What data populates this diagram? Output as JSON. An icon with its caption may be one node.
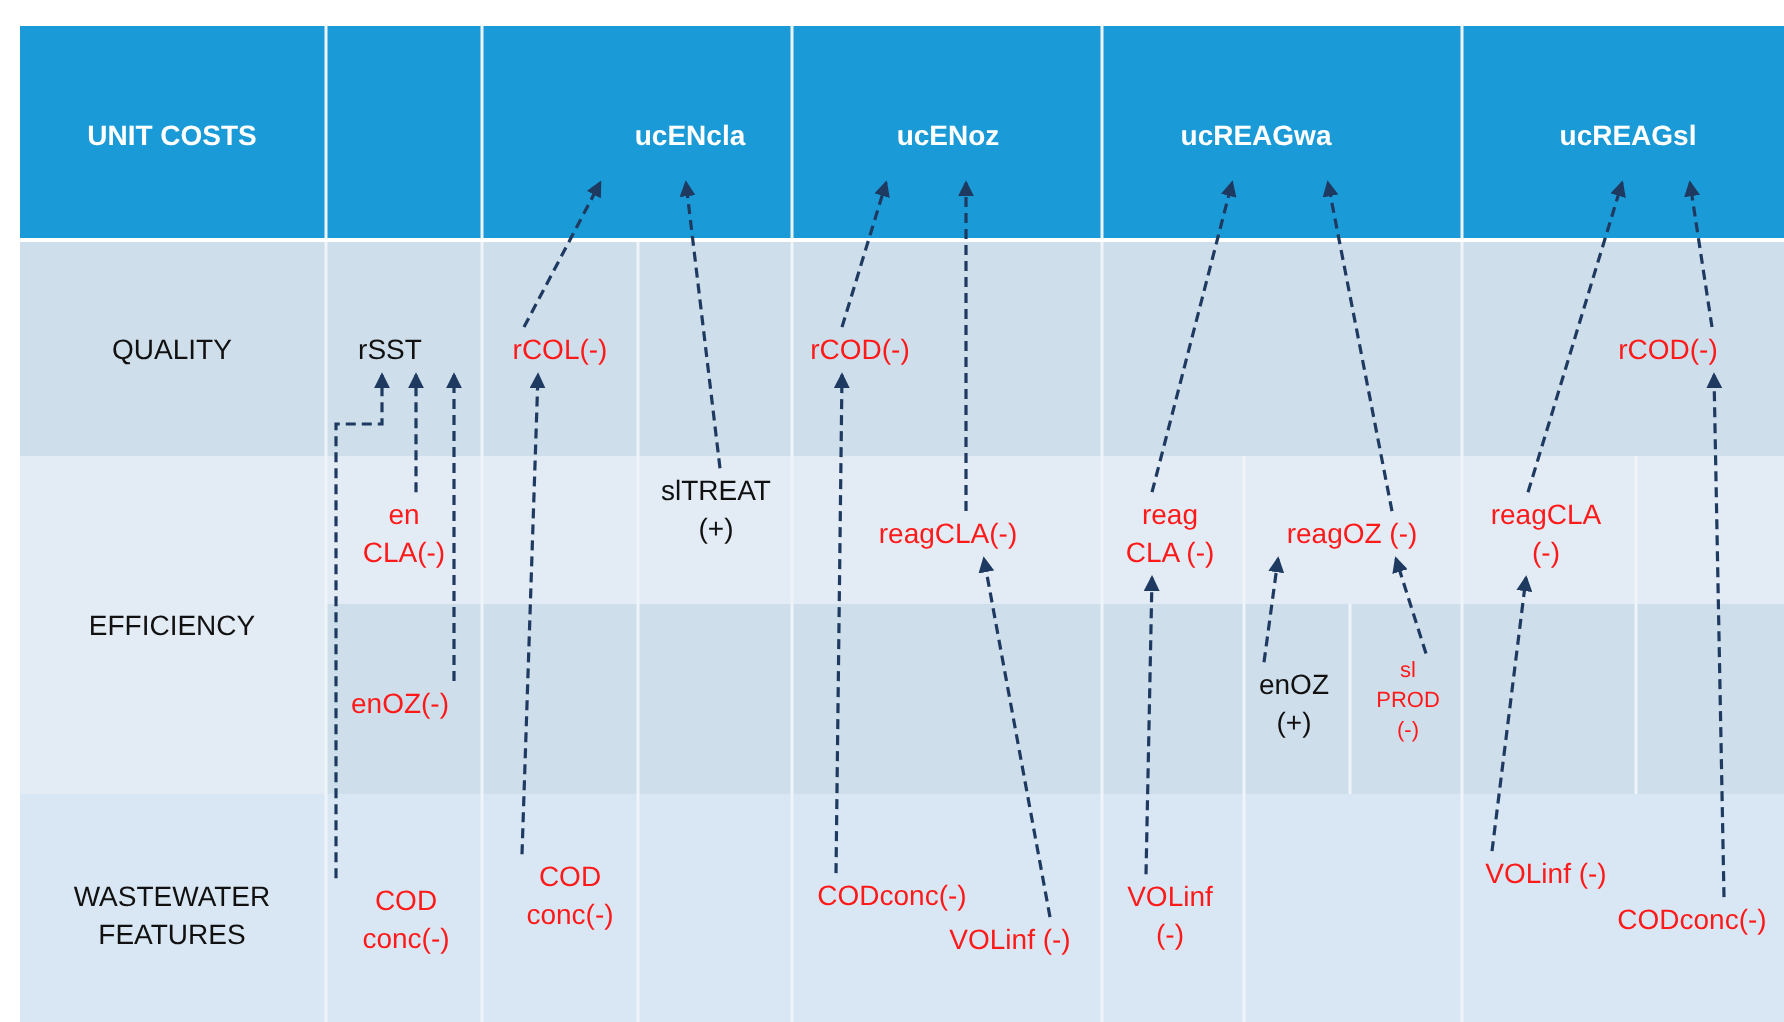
{
  "diagram": {
    "nodes": [
      {
        "text": [
          "ucENcla"
        ]
      },
      {
        "text": [
          "ucENoz"
        ]
      },
      {
        "text": [
          "ucREAGwa"
        ]
      },
      {
        "text": [
          "ucREAGsl"
        ]
      },
      {
        "text": [
          "rSST"
        ]
      },
      {
        "text": [
          "rCOL(-)"
        ]
      },
      {
        "text": [
          "rCOD(-)"
        ]
      },
      {
        "text": [
          "rCOD(-)"
        ]
      },
      {
        "text": [
          "en CLA(-)"
        ]
      },
      {
        "text": [
          "slTREAT (+)"
        ]
      },
      {
        "text": [
          "reagCLA(-)"
        ]
      },
      {
        "text": [
          "reag CLA (-)"
        ]
      },
      {
        "text": [
          "reagOZ (-)"
        ]
      },
      {
        "text": [
          "reagCLA (-)"
        ]
      },
      {
        "text": [
          "enOZ(-)"
        ]
      },
      {
        "text": [
          "enOZ (+)"
        ]
      },
      {
        "text": [
          "sl PROD (-)"
        ]
      },
      {
        "text": [
          "COD conc(-)"
        ]
      },
      {
        "text": [
          "COD conc(-)"
        ]
      },
      {
        "text": [
          "CODconc(-)"
        ]
      },
      {
        "text": [
          "VOLinf (-)"
        ]
      },
      {
        "text": [
          "VOLinf (-)"
        ]
      },
      {
        "text": [
          "VOLinf (-)"
        ]
      },
      {
        "text": [
          "CODconc(-)"
        ]
      }
    ],
    "edges": [
      {
        "from": 5,
        "to": 0,
        "arrow": "to",
        "style": "dashed"
      },
      {
        "from": 9,
        "to": 0,
        "arrow": "to",
        "style": "dashed"
      },
      {
        "from": 6,
        "to": 1,
        "arrow": "to",
        "style": "dashed"
      },
      {
        "from": 10,
        "to": 1,
        "arrow": "to",
        "style": "dashed"
      },
      {
        "from": 11,
        "to": 2,
        "arrow": "to",
        "style": "dashed"
      },
      {
        "from": 12,
        "to": 2,
        "arrow": "to",
        "style": "dashed"
      },
      {
        "from": 13,
        "to": 3,
        "arrow": "to",
        "style": "dashed"
      },
      {
        "from": 7,
        "to": 3,
        "arrow": "to",
        "style": "dashed"
      },
      {
        "from": 17,
        "to": 4,
        "arrow": "to",
        "style": "dashed"
      },
      {
        "from": 8,
        "to": 4,
        "arrow": "to",
        "style": "dashed"
      },
      {
        "from": 14,
        "to": 4,
        "arrow": "to",
        "style": "dashed"
      },
      {
        "from": 18,
        "to": 5,
        "arrow": "to",
        "style": "dashed"
      },
      {
        "from": 19,
        "to": 6,
        "arrow": "to",
        "style": "dashed"
      },
      {
        "from": 20,
        "to": 10,
        "arrow": "to",
        "style": "dashed"
      },
      {
        "from": 21,
        "to": 11,
        "arrow": "to",
        "style": "dashed"
      },
      {
        "from": 15,
        "to": 12,
        "arrow": "to",
        "style": "dashed"
      },
      {
        "from": 16,
        "to": 12,
        "arrow": "to",
        "style": "dashed"
      },
      {
        "from": 22,
        "to": 13,
        "arrow": "to",
        "style": "dashed"
      },
      {
        "from": 23,
        "to": 7,
        "arrow": "to",
        "style": "dashed"
      }
    ],
    "labels": [
      "UNIT COSTS",
      "QUALITY",
      "EFFICIENCY",
      "WASTEWATER FEATURES"
    ]
  }
}
